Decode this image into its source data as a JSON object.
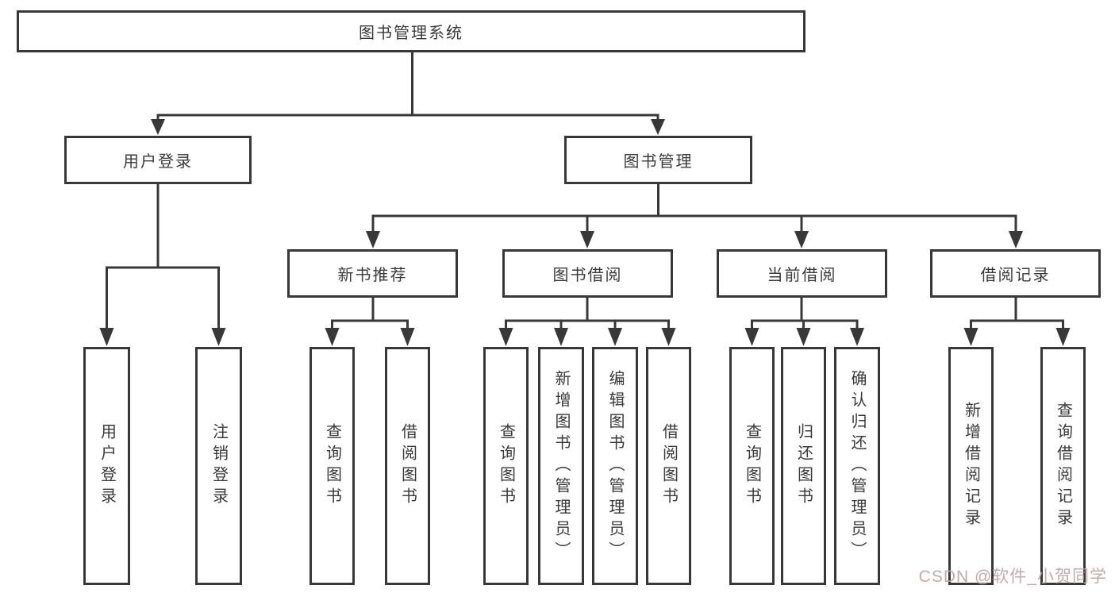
{
  "diagram": {
    "root": {
      "label": "图书管理系统",
      "children": [
        {
          "label": "用户登录",
          "children": [
            {
              "label": "用户登录"
            },
            {
              "label": "注销登录"
            }
          ]
        },
        {
          "label": "图书管理",
          "children": [
            {
              "label": "新书推荐",
              "children": [
                {
                  "label": "查询图书"
                },
                {
                  "label": "借阅图书"
                }
              ]
            },
            {
              "label": "图书借阅",
              "children": [
                {
                  "label": "查询图书"
                },
                {
                  "label": "新增图书（管理员）"
                },
                {
                  "label": "编辑图书（管理员）"
                },
                {
                  "label": "借阅图书"
                }
              ]
            },
            {
              "label": "当前借阅",
              "children": [
                {
                  "label": "查询图书"
                },
                {
                  "label": "归还图书"
                },
                {
                  "label": "确认归还（管理员）"
                }
              ]
            },
            {
              "label": "借阅记录",
              "children": [
                {
                  "label": "新增借阅记录"
                },
                {
                  "label": "查询借阅记录"
                }
              ]
            }
          ]
        }
      ]
    },
    "colors": {
      "line": "#383838",
      "text": "#3a3a3a",
      "box_background": "#ffffff",
      "watermark": "#bfa6a6"
    }
  },
  "watermark": {
    "text": "CSDN @软件_小贺同学"
  }
}
